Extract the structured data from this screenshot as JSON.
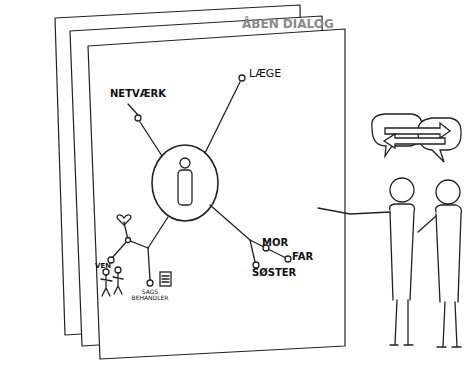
{
  "diagram": {
    "title": "ÅBEN DIALOG",
    "labels": [
      "NETVÆRK",
      "LÆGE",
      "MOR",
      "FAR",
      "SØSTER",
      "VEN",
      "SAGS BEHANDLER"
    ]
  }
}
